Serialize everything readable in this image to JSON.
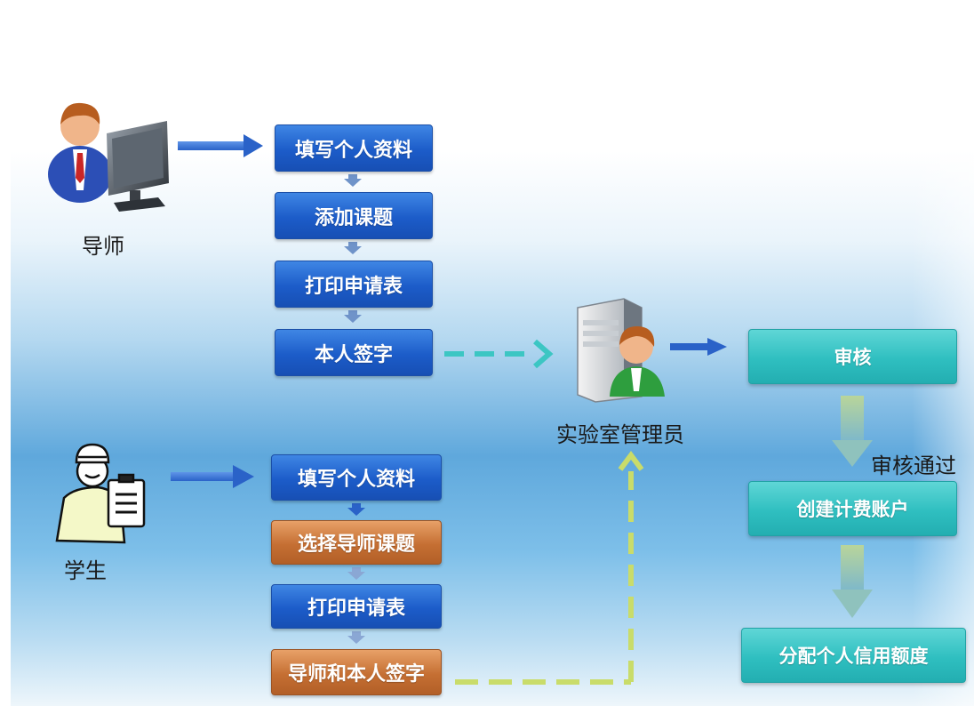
{
  "actors": {
    "teacher": "导师",
    "student": "学生",
    "admin": "实验室管理员"
  },
  "teacher_steps": [
    "填写个人资料",
    "添加课题",
    "打印申请表",
    "本人签字"
  ],
  "student_steps": [
    "填写个人资料",
    "选择导师课题",
    "打印申请表",
    "导师和本人签字"
  ],
  "admin_steps": [
    "审核",
    "创建计费账户",
    "分配个人信用额度"
  ],
  "approval_label": "审核通过",
  "colors": {
    "teacher_box": "#1f5fcc",
    "student_box_highlight": "#c26d32",
    "admin_box": "#2fbfc0",
    "dashed_teal": "#3cc6c3",
    "dashed_green": "#c9dc6a"
  }
}
